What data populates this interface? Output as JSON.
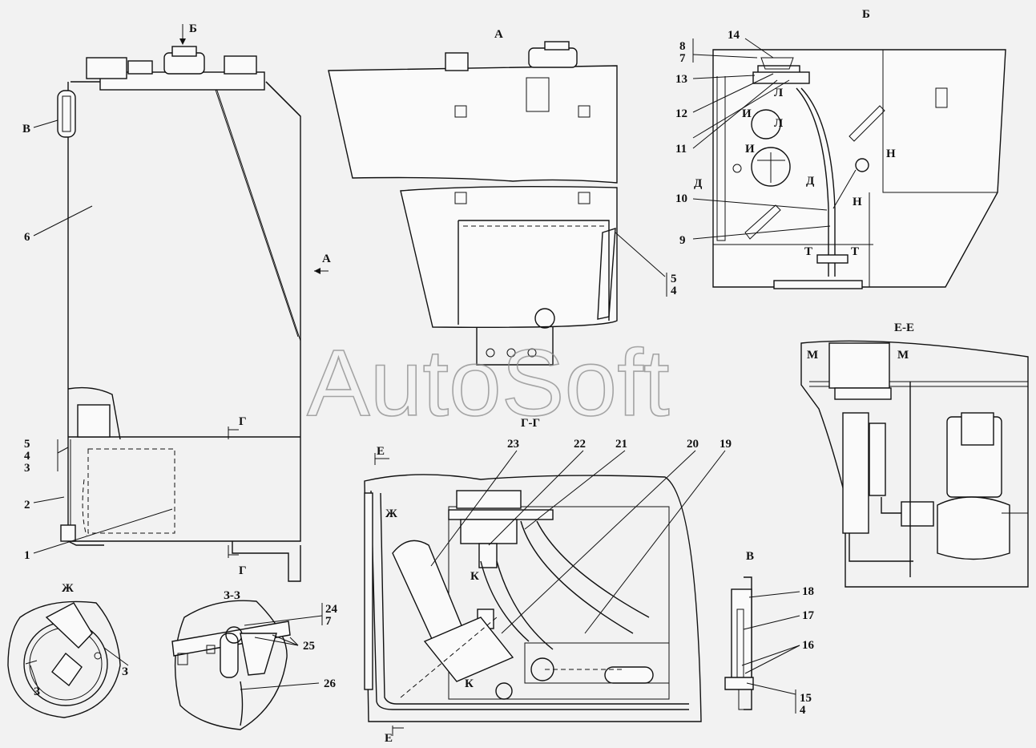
{
  "view_labels": {
    "B_top": "Б",
    "A_title": "А",
    "B_title": "Б",
    "V_left": "В",
    "A_arrow": "А",
    "G_top": "Г",
    "G_bottom": "Г",
    "GG": "Г-Г",
    "E_top": "Е",
    "E_bottom": "Е",
    "EE": "Е-Е",
    "M1": "М",
    "M2": "М",
    "Zh_title": "Ж",
    "Zh_inner": "Ж",
    "ZZ": "З-З",
    "Z1": "З",
    "Z2": "З",
    "K1": "К",
    "K2": "К",
    "V_detail": "В",
    "D1": "Д",
    "D2": "Д",
    "I1": "И",
    "I2": "И",
    "L1": "Л",
    "L2": "Л",
    "N1": "Н",
    "N2": "Н",
    "T1": "Т",
    "T2": "Т"
  },
  "callouts": {
    "c1": "1",
    "c2": "2",
    "c543": [
      "5",
      "4",
      "3"
    ],
    "c6": "6",
    "c54": [
      "5",
      "4"
    ],
    "c87": [
      "8",
      "7"
    ],
    "c9": "9",
    "c10": "10",
    "c11": "11",
    "c12": "12",
    "c13": "13",
    "c14": "14",
    "c15_4": [
      "15",
      "4"
    ],
    "c16": "16",
    "c17": "17",
    "c18": "18",
    "c19": "19",
    "c20": "20",
    "c21": "21",
    "c22": "22",
    "c23": "23",
    "c24_7": [
      "24",
      "7"
    ],
    "c25": "25",
    "c26": "26"
  },
  "watermark": "AutoSoft",
  "colors": {
    "background": "#f2f2f2",
    "line": "#111111",
    "watermark": "#8a8a8a"
  }
}
